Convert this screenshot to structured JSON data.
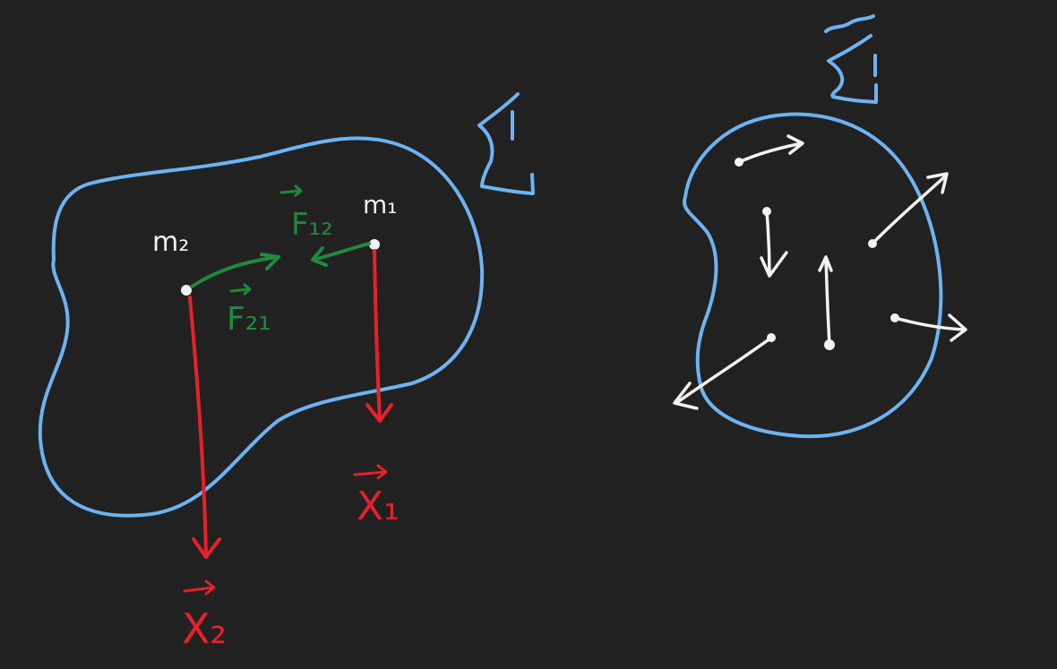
{
  "colors": {
    "background": "#212121",
    "boundary": "#6db3f2",
    "force": "#1e8a3c",
    "position": "#e8202a",
    "ink": "#f2f2f2"
  },
  "left_system": {
    "label_m1": "m₁",
    "label_m2": "m₂",
    "label_f12": "F₁₂",
    "label_f21": "F₂₁",
    "label_x1": "X₁",
    "label_x2": "X₂",
    "boundary_symbol": "Σ"
  },
  "right_system": {
    "boundary_symbol": "Σ̃"
  }
}
